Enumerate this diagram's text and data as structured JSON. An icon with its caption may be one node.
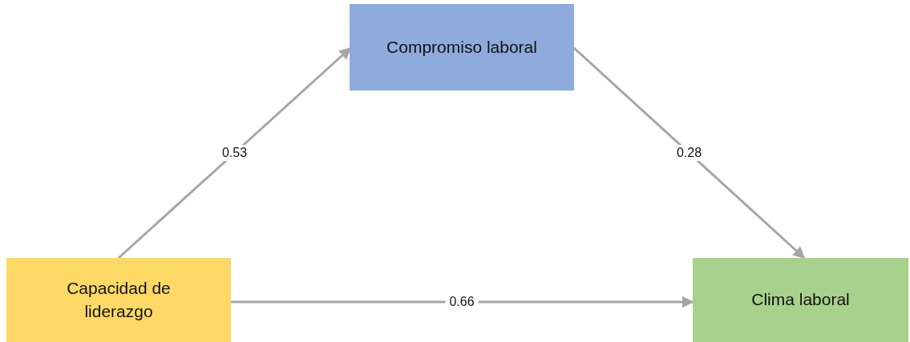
{
  "diagram": {
    "nodes": [
      {
        "text": [
          "Compromiso laboral"
        ]
      },
      {
        "text": [
          "Capacidad de liderazgo"
        ]
      },
      {
        "text": [
          "Clima laboral"
        ]
      }
    ],
    "edges": [
      {
        "from": 1,
        "to": 0,
        "arrow": "to",
        "label": "0.53"
      },
      {
        "from": 0,
        "to": 2,
        "arrow": "to",
        "label": "0.28"
      },
      {
        "from": 1,
        "to": 2,
        "arrow": "to",
        "label": "0.66"
      }
    ]
  }
}
